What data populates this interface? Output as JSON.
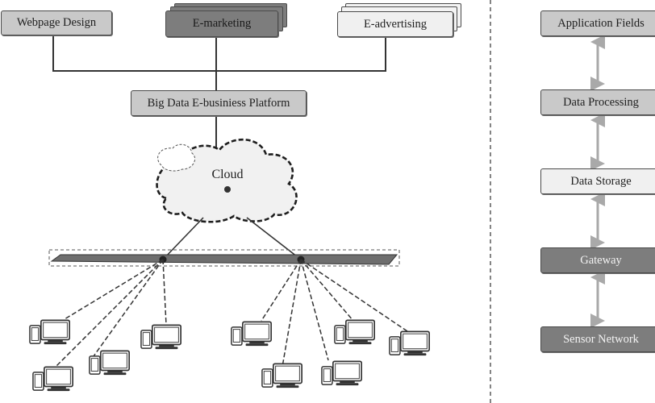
{
  "left_panel": {
    "top_boxes": {
      "webpage_design": "Webpage Design",
      "e_marketing": "E-marketing",
      "e_advertising": "E-advertising"
    },
    "platform": "Big Data E-businiess Platform",
    "cloud": "Cloud"
  },
  "right_panel": {
    "layers": [
      "Application Fields",
      "Data Processing",
      "Data Storage",
      "Gateway",
      "Sensor Network"
    ]
  }
}
